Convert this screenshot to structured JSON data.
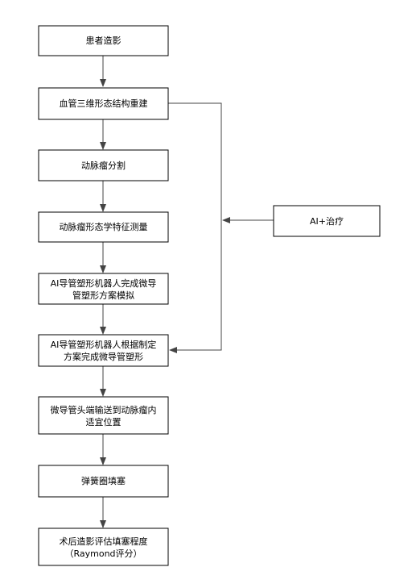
{
  "nodes": [
    {
      "id": "n1",
      "lines": [
        "患者造影"
      ]
    },
    {
      "id": "n2",
      "lines": [
        "血管三维形态结构重建"
      ]
    },
    {
      "id": "n3",
      "lines": [
        "动脉瘤分割"
      ]
    },
    {
      "id": "n4",
      "lines": [
        "动脉瘤形态学特征测量"
      ]
    },
    {
      "id": "n5",
      "lines": [
        "AI导管塑形机器人完成微导",
        "管塑形方案模拟"
      ]
    },
    {
      "id": "n6",
      "lines": [
        "AI导管塑形机器人根据制定",
        "方案完成微导管塑形"
      ]
    },
    {
      "id": "n7",
      "lines": [
        "微导管头端输送到动脉瘤内",
        "适宜位置"
      ]
    },
    {
      "id": "n8",
      "lines": [
        "弹簧圈填塞"
      ]
    },
    {
      "id": "n9",
      "lines": [
        "术后造影评估填塞程度",
        "（Raymond评分）"
      ]
    },
    {
      "id": "side",
      "lines": [
        "AI+治疗"
      ]
    }
  ],
  "edges": [
    {
      "from": "n1",
      "to": "n2"
    },
    {
      "from": "n2",
      "to": "n3"
    },
    {
      "from": "n3",
      "to": "n4"
    },
    {
      "from": "n4",
      "to": "n5"
    },
    {
      "from": "n5",
      "to": "n6"
    },
    {
      "from": "n6",
      "to": "n7"
    },
    {
      "from": "n7",
      "to": "n8"
    },
    {
      "from": "n8",
      "to": "n9"
    },
    {
      "from": "n2",
      "to": "n6",
      "route": "right-loop"
    },
    {
      "from": "side",
      "to": "loop"
    }
  ]
}
